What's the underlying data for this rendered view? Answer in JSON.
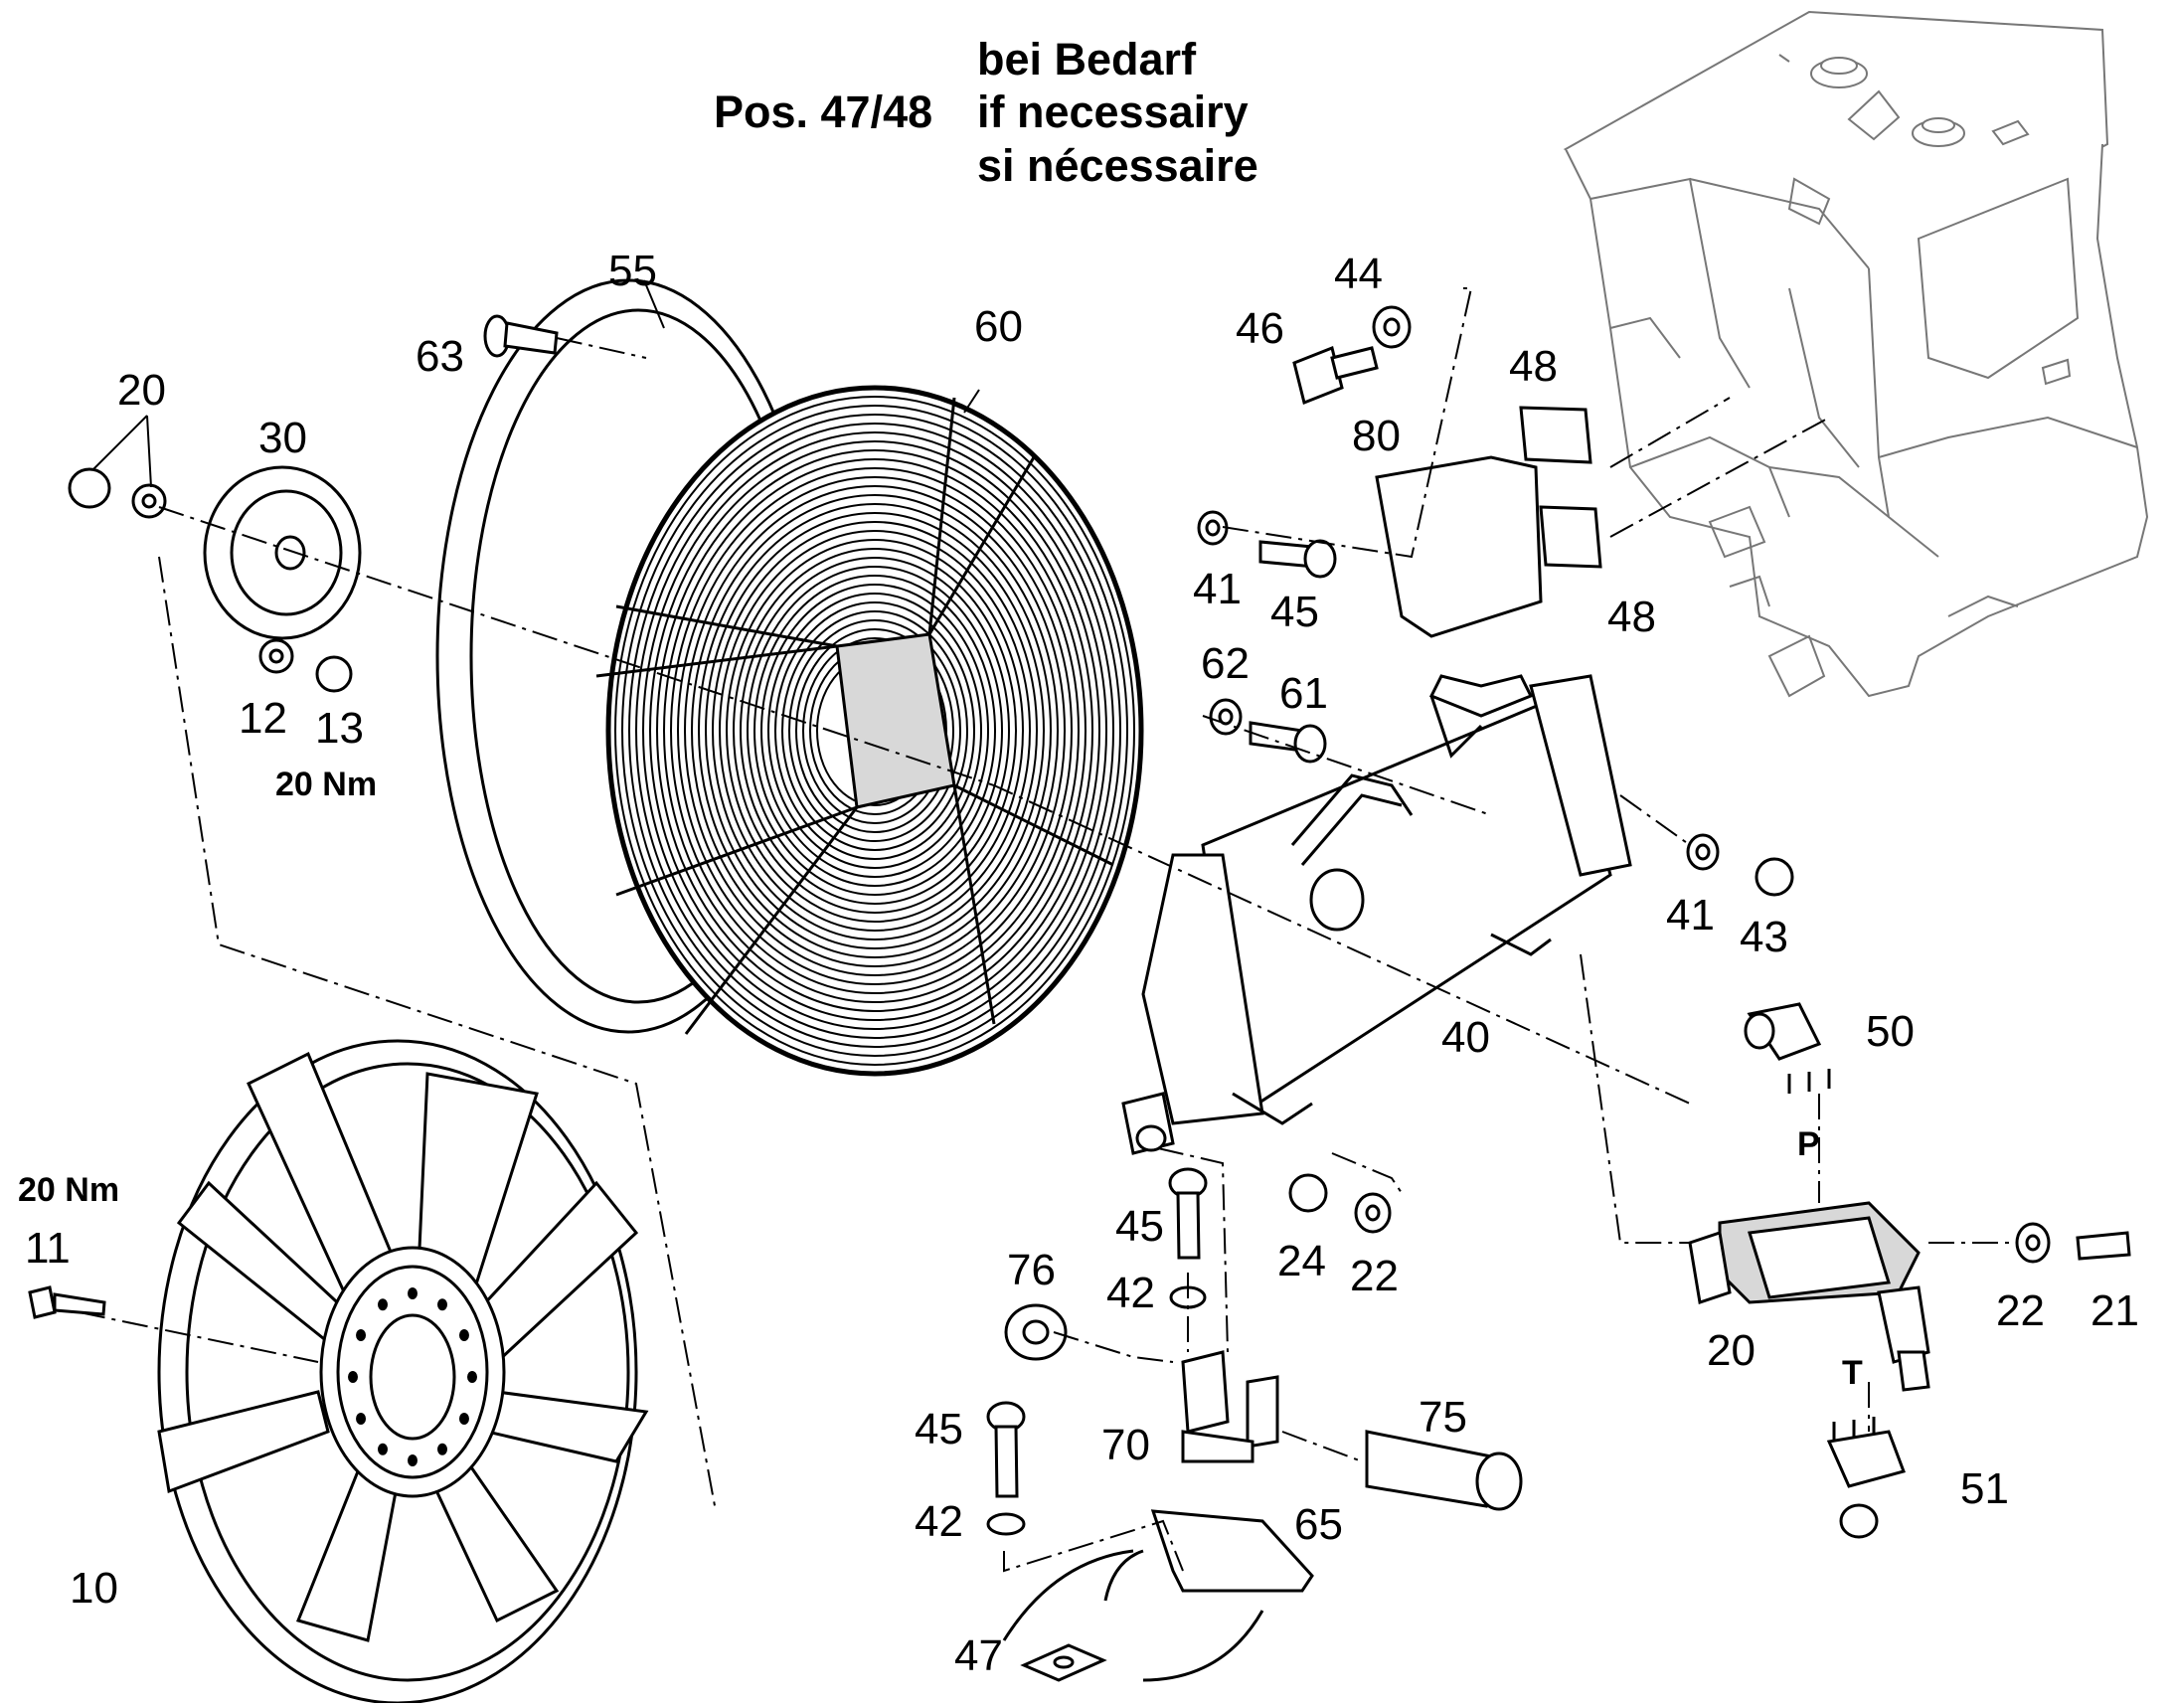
{
  "note": {
    "prefix": "Pos. 47/48",
    "lines": [
      "bei Bedarf",
      "if necessairy",
      "si nécessaire"
    ]
  },
  "torque_labels": [
    "20 Nm",
    "20 Nm"
  ],
  "port_labels": {
    "pressure": "P",
    "tank": "T"
  },
  "callouts": [
    "63",
    "55",
    "60",
    "20",
    "30",
    "12",
    "13",
    "44",
    "46",
    "48",
    "80",
    "41",
    "45",
    "48",
    "62",
    "61",
    "41",
    "43",
    "40",
    "50",
    "11",
    "10",
    "45",
    "42",
    "76",
    "24",
    "22",
    "20",
    "22",
    "21",
    "45",
    "70",
    "75",
    "42",
    "65",
    "51",
    "47"
  ]
}
